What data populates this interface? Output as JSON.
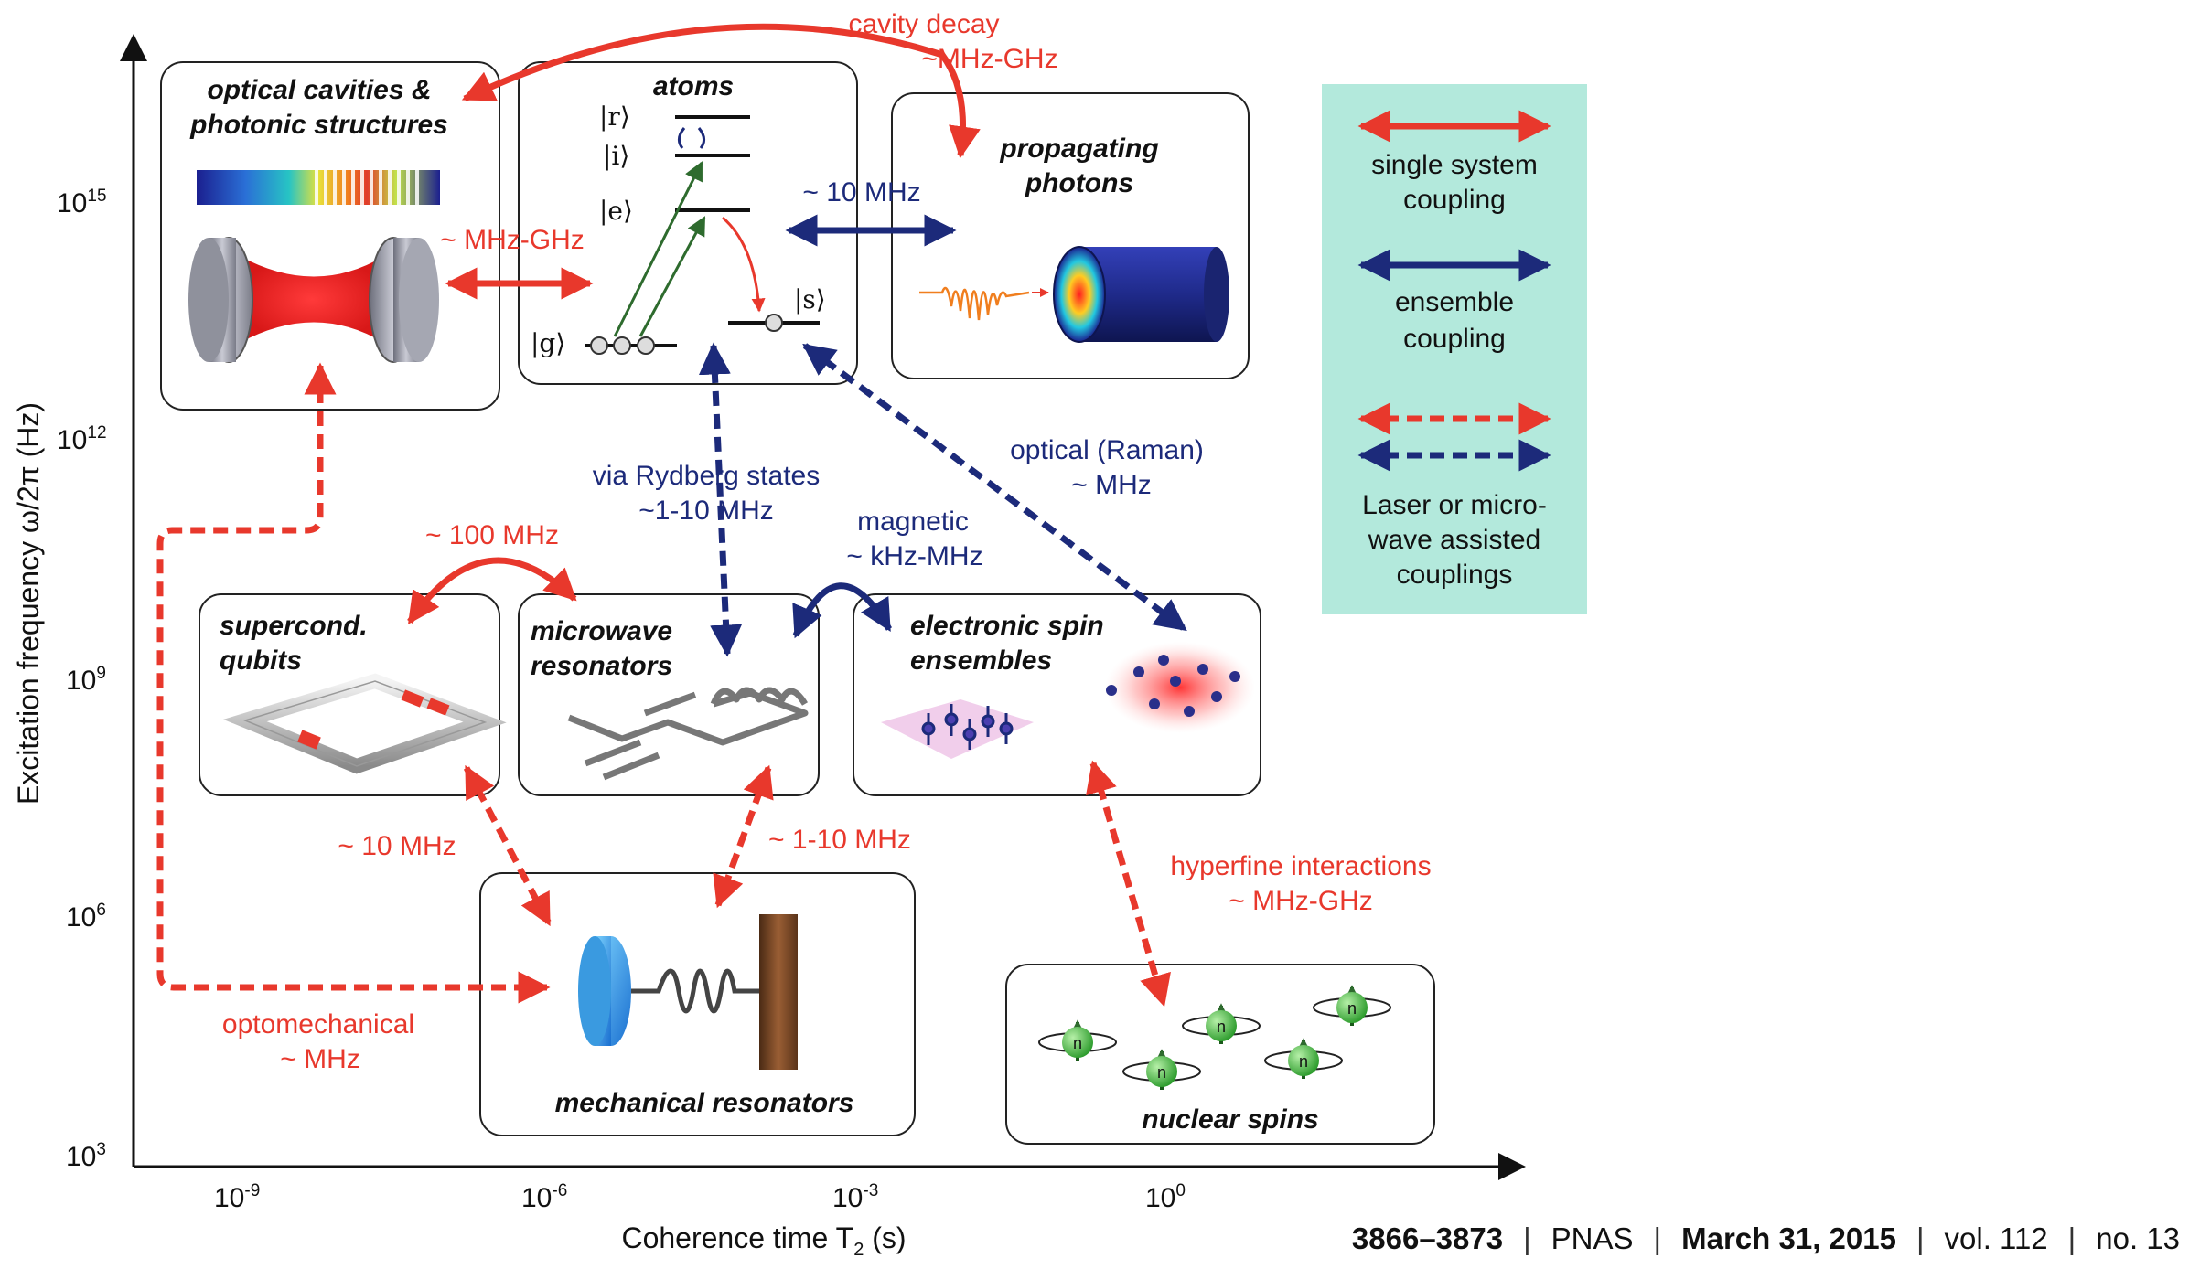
{
  "axes": {
    "y_label": "Excitation frequency ω/2π (Hz)",
    "x_label_pre": "Coherence time T",
    "x_label_sub": "2",
    "x_label_post": " (s)",
    "y_ticks": [
      {
        "base": "10",
        "exp": "15"
      },
      {
        "base": "10",
        "exp": "12"
      },
      {
        "base": "10",
        "exp": "9"
      },
      {
        "base": "10",
        "exp": "6"
      },
      {
        "base": "10",
        "exp": "3"
      }
    ],
    "x_ticks": [
      {
        "base": "10",
        "exp": "-9"
      },
      {
        "base": "10",
        "exp": "-6"
      },
      {
        "base": "10",
        "exp": "-3"
      },
      {
        "base": "10",
        "exp": "0"
      }
    ]
  },
  "boxes": {
    "cavities": {
      "line1": "optical cavities &",
      "line2": "photonic structures"
    },
    "atoms": {
      "title": "atoms",
      "levels": [
        "|r⟩",
        "|i⟩",
        "|e⟩",
        "|g⟩",
        "|s⟩"
      ]
    },
    "photons": {
      "line1": "propagating",
      "line2": "photons"
    },
    "supercond": {
      "line1": "supercond.",
      "line2": "qubits"
    },
    "microwave": {
      "line1": "microwave",
      "line2": "resonators"
    },
    "espin": {
      "line1": "electronic spin",
      "line2": "ensembles"
    },
    "mechanical": {
      "title": "mechanical resonators"
    },
    "nuclear": {
      "title": "nuclear spins",
      "spin_label": "n"
    }
  },
  "couplings": {
    "cavity_decay": {
      "line1": "cavity decay",
      "line2": "~MHz-GHz"
    },
    "cav_atoms": "~ MHz-GHz",
    "atoms_photons": "~ 10 MHz",
    "rydberg": {
      "line1": "via Rydberg states",
      "line2": "~1-10 MHz"
    },
    "raman": {
      "line1": "optical (Raman)",
      "line2": "~ MHz"
    },
    "sc_mw": "~ 100 MHz",
    "magnetic": {
      "line1": "magnetic",
      "line2": "~  kHz-MHz"
    },
    "sc_mech": "~ 10 MHz",
    "mw_mech": "~ 1-10 MHz",
    "hyperfine": {
      "line1": "hyperfine interactions",
      "line2": "~ MHz-GHz"
    },
    "optomech": {
      "line1": "optomechanical",
      "line2": "~ MHz"
    }
  },
  "legend": {
    "single": {
      "line1": "single system",
      "line2": "coupling"
    },
    "ensemble": {
      "line1": "ensemble",
      "line2": "coupling"
    },
    "assisted": {
      "line1": "Laser or micro-",
      "line2": "wave assisted",
      "line3": "couplings"
    }
  },
  "footer": {
    "pages": "3866–3873",
    "journal": "PNAS",
    "date": "March 31, 2015",
    "volume": "vol. 112",
    "issue": "no. 13"
  },
  "colors": {
    "red": "#e8382c",
    "blue": "#1c2a7a",
    "legend_bg": "#b3e9dc",
    "green_arrow": "#2e6b2e"
  }
}
